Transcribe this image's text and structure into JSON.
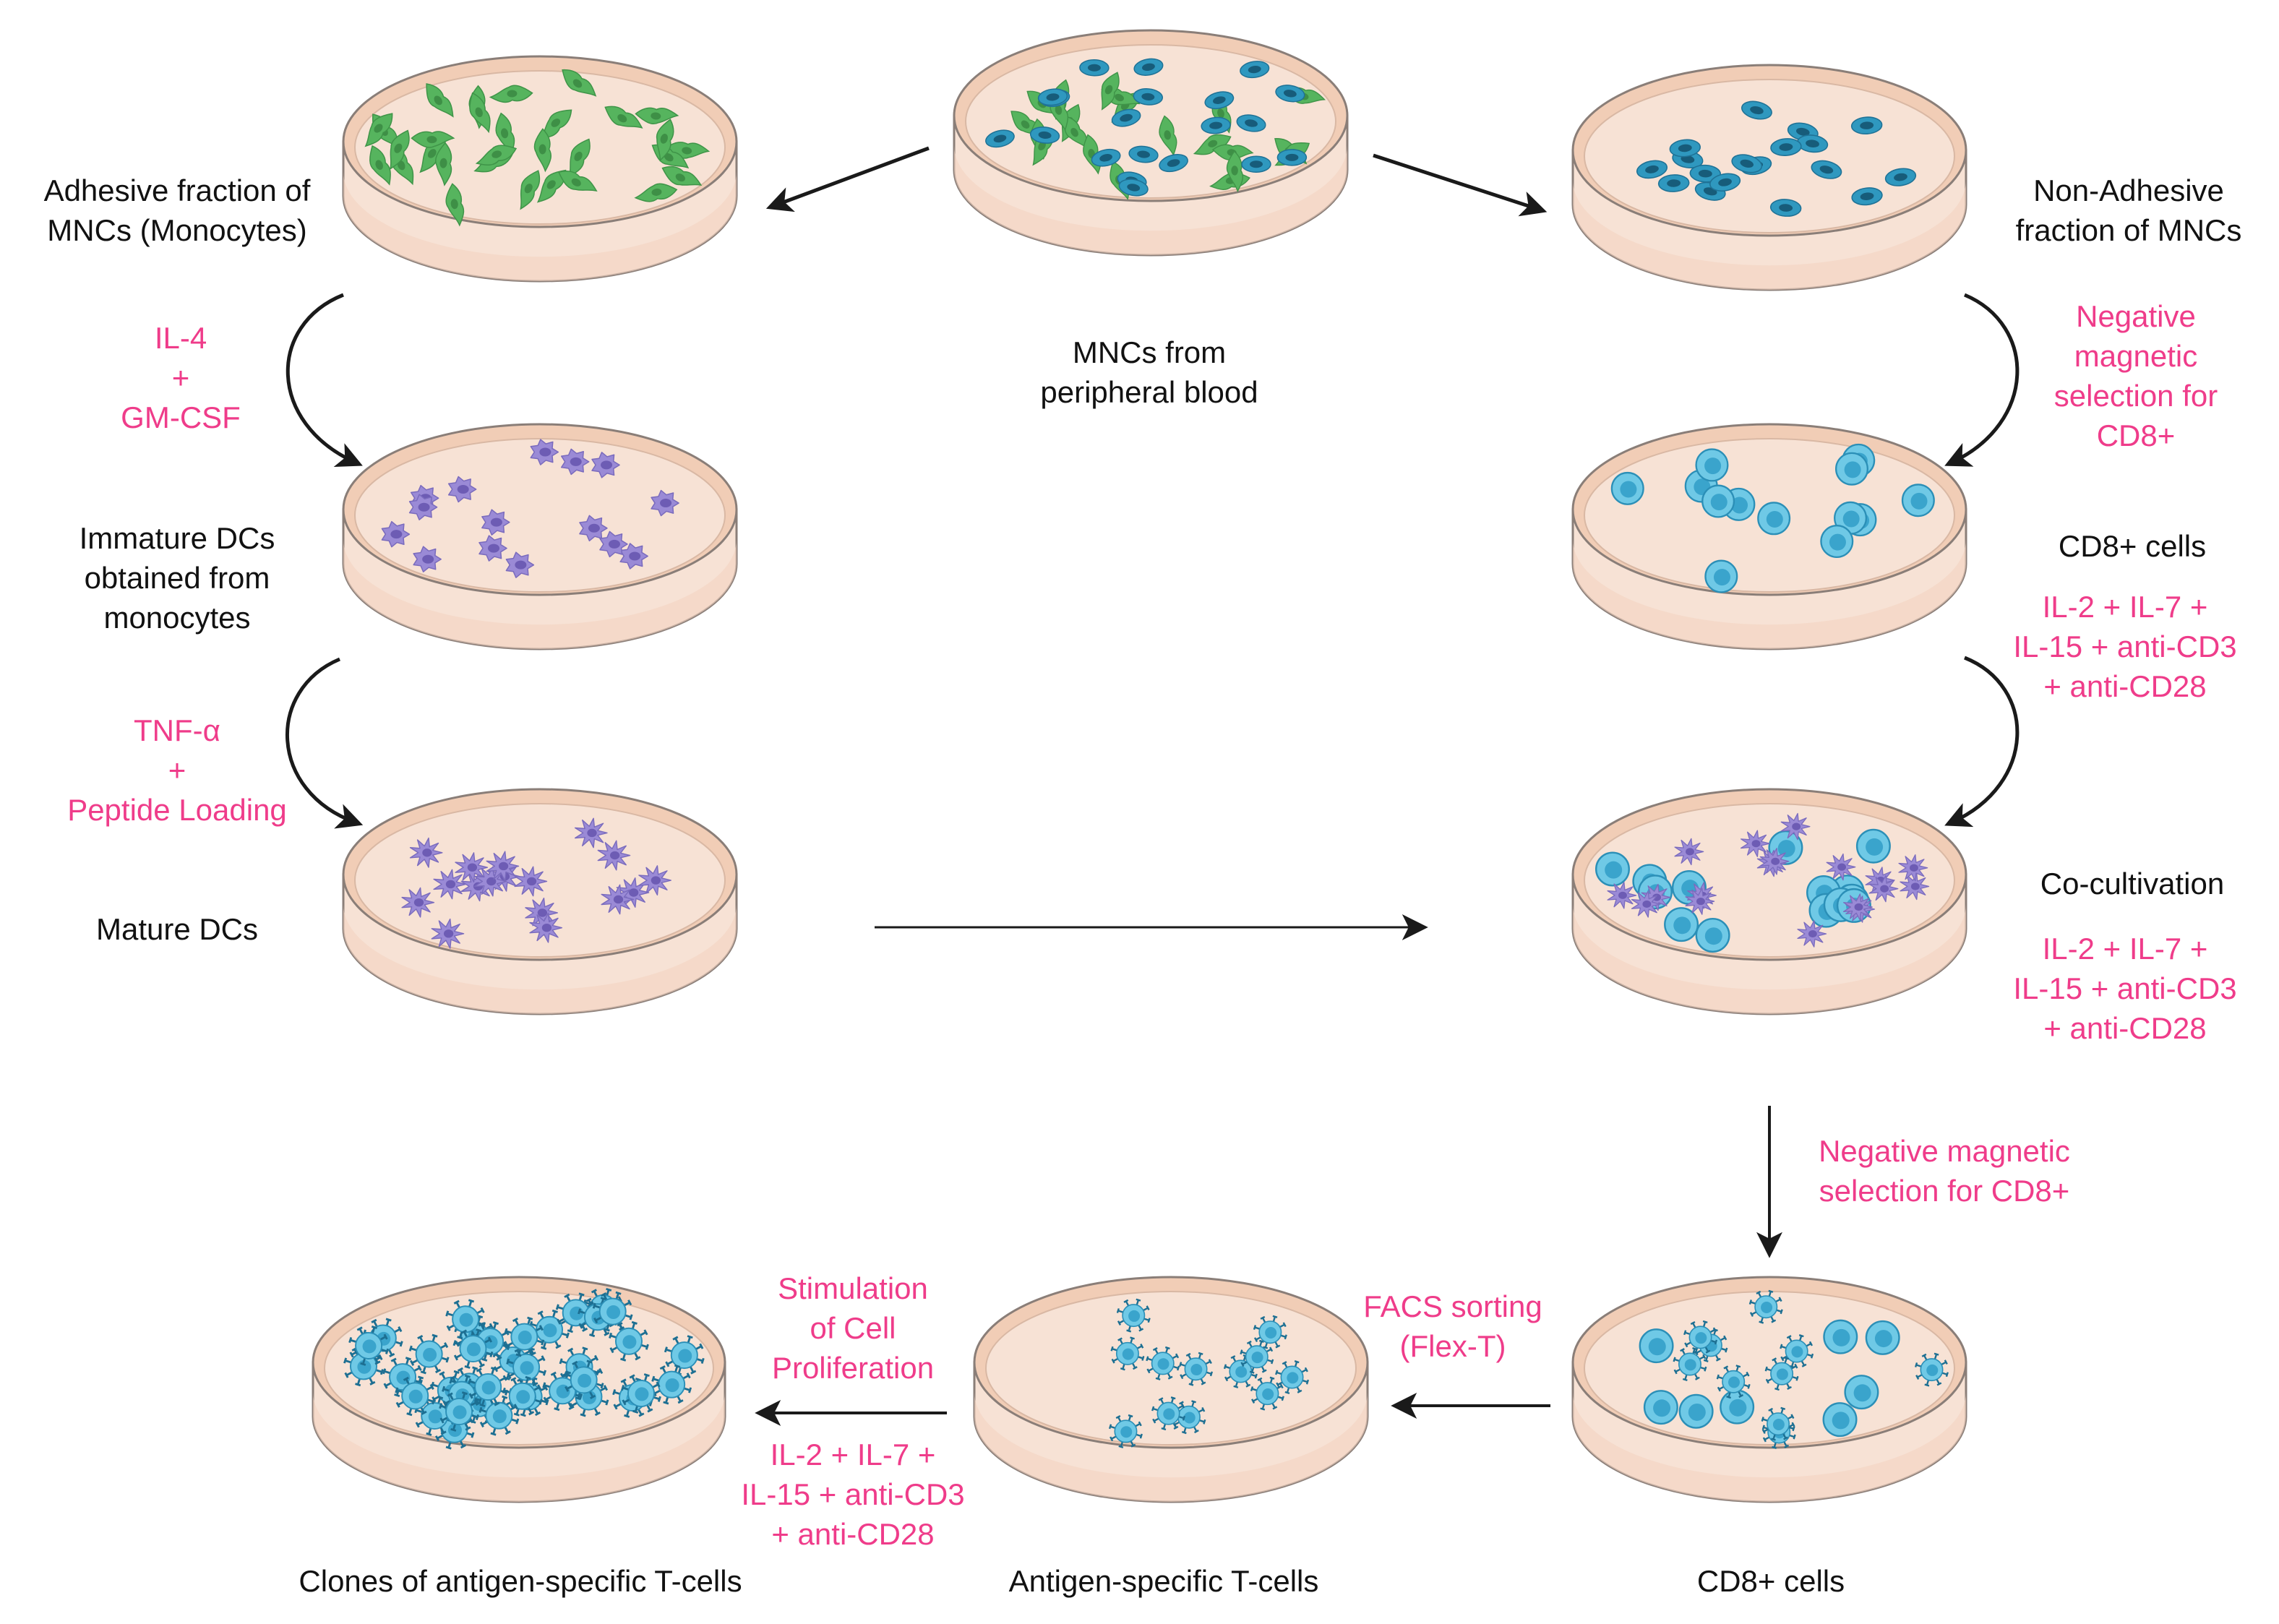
{
  "colors": {
    "dish_fill": "#f7e2d5",
    "dish_rim": "#f1cdb6",
    "dish_stroke": "#8a7e78",
    "monocyte": "#56b45e",
    "mnc_blue": "#2f98bf",
    "dc_purple": "#9a8ad6",
    "tcell_blue": "#6fc9e6",
    "receptor": "#1d6f92",
    "annotation_pink": "#ef3c8a",
    "arrow": "#1a1a1a"
  },
  "dishes": {
    "mnc": {
      "name": "mnc-dish",
      "label": [
        "MNCs from",
        "peripheral blood"
      ],
      "cells": "mixed"
    },
    "adhesive": {
      "name": "adhesive-dish",
      "label": [
        "Adhesive fraction of",
        "MNCs (Monocytes)"
      ],
      "cells": "monocyte"
    },
    "non_adhesive": {
      "name": "non-adhesive-dish",
      "label": [
        "Non-Adhesive",
        "fraction of MNCs"
      ],
      "cells": "blue"
    },
    "immature_dc": {
      "name": "immature-dc-dish",
      "label": [
        "Immature DCs",
        "obtained from",
        "monocytes"
      ],
      "cells": "immature_dc"
    },
    "mature_dc": {
      "name": "mature-dc-dish",
      "label": [
        "Mature DCs"
      ],
      "cells": "mature_dc"
    },
    "cd8": {
      "name": "cd8-dish",
      "label": [
        "CD8+ cells"
      ],
      "cells": "round"
    },
    "cocultivation": {
      "name": "cocultivation-dish",
      "label": [
        "Co-cultivation"
      ],
      "cells": "coculture"
    },
    "cd8_sorted": {
      "name": "cd8-sorted-dish",
      "label": [
        "CD8+ cells"
      ],
      "cells": "sorted_mix"
    },
    "antigen_specific": {
      "name": "antigen-specific-dish",
      "label": [
        "Antigen-specific T-cells"
      ],
      "cells": "antigen"
    },
    "clones": {
      "name": "clones-dish",
      "label": [
        "Clones of antigen-specific T-cells"
      ],
      "cells": "clones"
    }
  },
  "annotations": {
    "il4": [
      "IL-4",
      "+",
      "GM-CSF"
    ],
    "tnf": [
      "TNF-α",
      "+",
      "Peptide Loading"
    ],
    "neg_sel_1": [
      "Negative",
      "magnetic",
      "selection for",
      "CD8+"
    ],
    "cytokines_1": [
      "IL-2 + IL-7 +",
      "IL-15 + anti-CD3",
      "+ anti-CD28"
    ],
    "cytokines_2": [
      "IL-2 + IL-7 +",
      "IL-15 + anti-CD3",
      "+ anti-CD28"
    ],
    "neg_sel_2": [
      "Negative magnetic",
      "selection for CD8+"
    ],
    "facs": [
      "FACS sorting",
      "(Flex-T)"
    ],
    "stimulation": [
      "Stimulation",
      "of Cell",
      "Proliferation"
    ],
    "cytokines_3": [
      "IL-2 + IL-7 +",
      "IL-15 + anti-CD3",
      "+ anti-CD28"
    ]
  }
}
